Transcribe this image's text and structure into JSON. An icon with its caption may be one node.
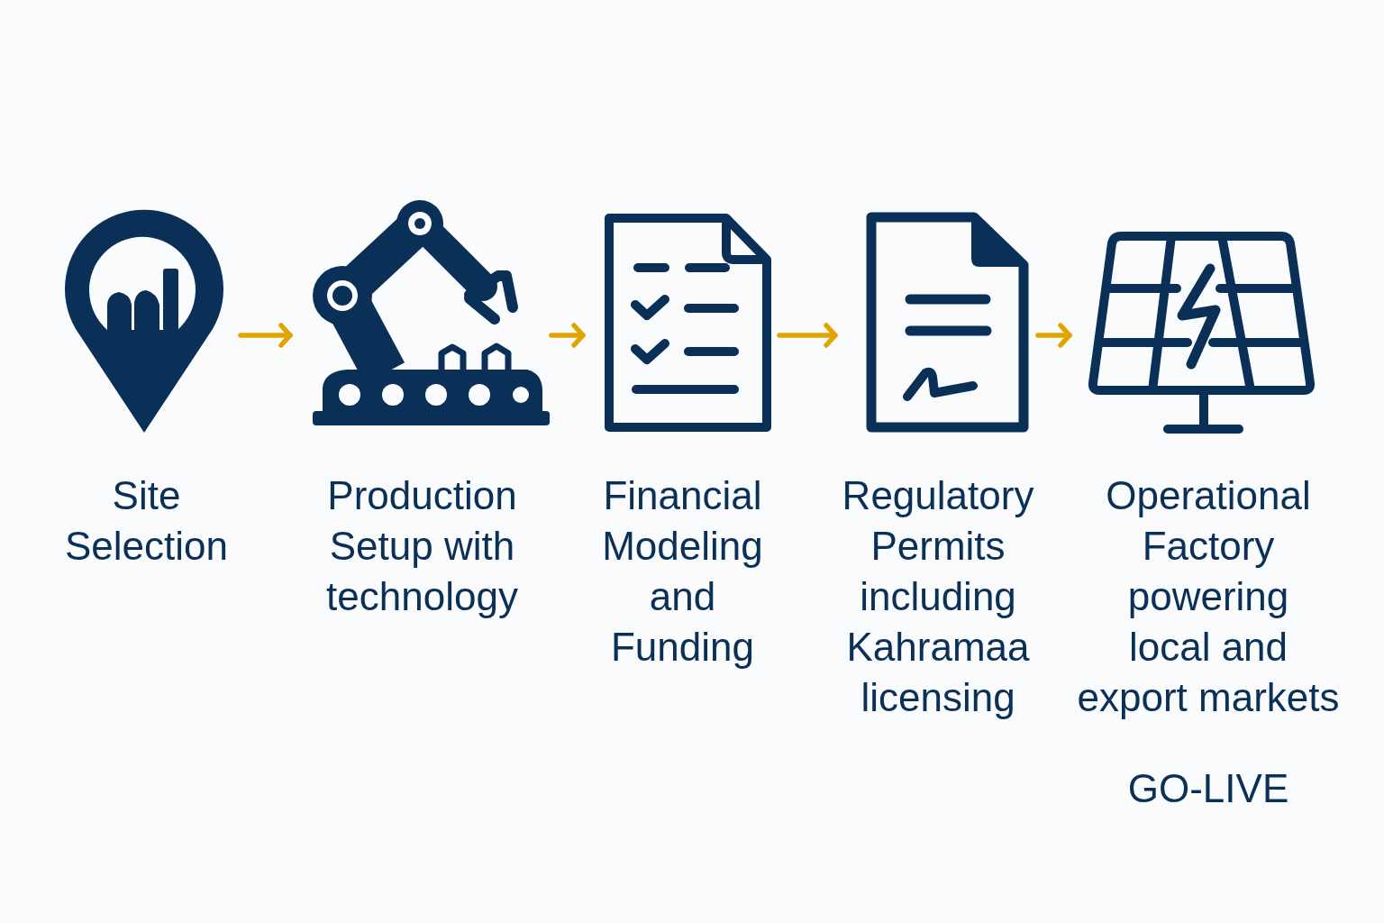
{
  "diagram": {
    "nodes": [
      {
        "text": [
          "Site Selection"
        ]
      },
      {
        "text": [
          "Production Setup with technology"
        ]
      },
      {
        "text": [
          "Financial Modeling and Funding"
        ]
      },
      {
        "text": [
          "Regulatory Permits including Kahramaa licensing"
        ]
      },
      {
        "text": [
          "Operational Factory powering local and export markets"
        ]
      }
    ],
    "edges": [
      {
        "from": 0,
        "to": 1,
        "arrow": "to"
      },
      {
        "from": 1,
        "to": 2,
        "arrow": "to"
      },
      {
        "from": 2,
        "to": 3,
        "arrow": "to"
      },
      {
        "from": 3,
        "to": 4,
        "arrow": "to"
      }
    ],
    "labels": [
      "GO-LIVE"
    ]
  }
}
